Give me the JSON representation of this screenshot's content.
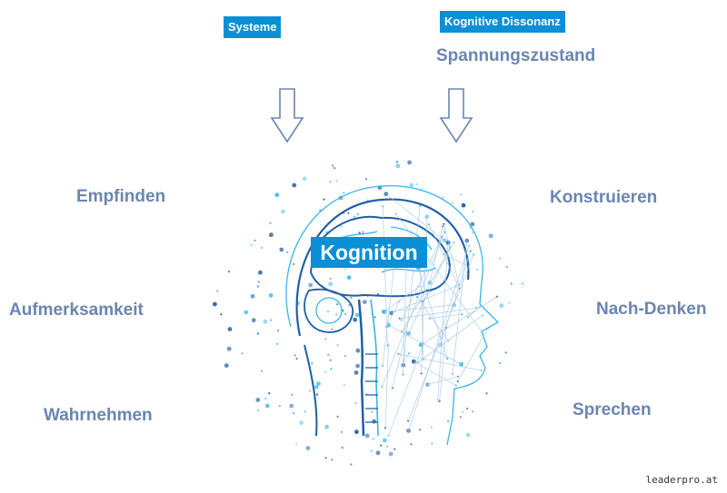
{
  "top_tags": {
    "left": "Systeme",
    "right": "Kognitive Dissonanz"
  },
  "subtitle_right": "Spannungszustand",
  "center": "Kognition",
  "left_words": [
    "Empfinden",
    "Aufmerksamkeit",
    "Wahrnehmen"
  ],
  "right_words": [
    "Konstruieren",
    "Nach-Denken",
    "Sprechen"
  ],
  "watermark": "leaderpro.at",
  "colors": {
    "accent": "#0b8fd6",
    "word": "#6a86b0",
    "arrow": "#6a86b0",
    "art_dark": "#1f5fa6",
    "art_light": "#38b6e8"
  },
  "icons": [
    "down-arrow-icon",
    "brain-head-icon"
  ]
}
